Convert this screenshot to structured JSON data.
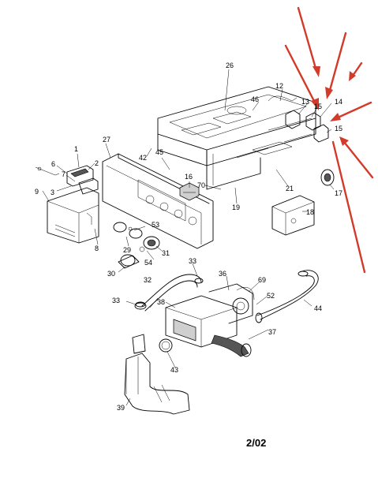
{
  "labels": {
    "p1": "1",
    "p2": "2",
    "p3": "3",
    "p6": "6",
    "p7": "7",
    "p8": "8",
    "p9": "9",
    "p12": "12",
    "p13": "13",
    "p14": "14",
    "p15a": "15",
    "p15b": "15",
    "p16": "16",
    "p17": "17",
    "p18": "18",
    "p19": "19",
    "p21": "21",
    "p26": "26",
    "p27": "27",
    "p29": "29",
    "p30": "30",
    "p31": "31",
    "p32": "32",
    "p33a": "33",
    "p33b": "33",
    "p36": "36",
    "p37": "37",
    "p38": "38",
    "p39": "39",
    "p42": "42",
    "p43": "43",
    "p44": "44",
    "p45": "45",
    "p46": "46",
    "p52": "52",
    "p53": "53",
    "p54": "54",
    "p69": "69",
    "p70": "70"
  },
  "page_code": "2/02",
  "colors": {
    "line": "#000000",
    "arrow": "#d23a2a",
    "background": "#ffffff"
  }
}
